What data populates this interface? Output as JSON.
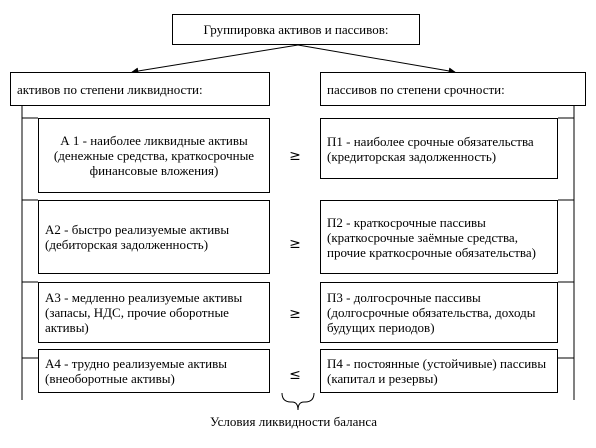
{
  "title": "Группировка активов и пассивов:",
  "assets_header": "активов по степени ликвидности:",
  "liabilities_header": "пассивов по степени срочности:",
  "assets": [
    "А 1 - наиболее ликвидные активы (денежные средства, краткосрочные финансовые вложения)",
    "А2 - быстро реализуемые активы (дебиторская задолженность)",
    "А3 - медленно реализуемые активы (запасы, НДС, прочие оборотные активы)",
    "А4 - трудно реализуемые активы (внеоборотные активы)"
  ],
  "liabilities": [
    "П1 - наиболее срочные обязательства (кредиторская задолженность)",
    "П2 - краткосрочные пассивы (краткосрочные заёмные средства, прочие краткосрочные обязательства)",
    "П3 - долгосрочные пассивы (долгосрочные обязательства, доходы будущих периодов)",
    "П4 - постоянные (устойчивые) пассивы (капитал и резервы)"
  ],
  "relations": [
    "≥",
    "≥",
    "≥",
    "≤"
  ],
  "footer": "Условия ликвидности баланса"
}
